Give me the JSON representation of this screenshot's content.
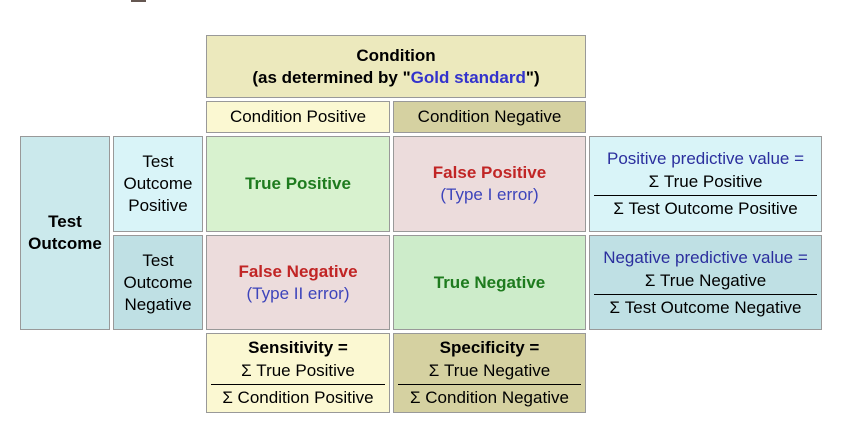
{
  "palette": {
    "header_yellow": "#ece9bd",
    "light_yellow": "#fbf8d2",
    "olive": "#d5d1a1",
    "outcome_cyan": "#cbe9ec",
    "light_cyan": "#d9f4f8",
    "dark_cyan": "#bfe0e4",
    "tp_green_bg": "#d8f2cf",
    "tn_green_bg": "#cdecca",
    "error_pink_bg": "#ecdcdc",
    "green_text": "#1e7b1e",
    "red_text": "#c12525",
    "type_error_blue": "#3d44bb",
    "predictive_blue": "#2b2f9e",
    "link_blue": "#3333cc",
    "border_gray": "#999999"
  },
  "condition_header": {
    "title": "Condition",
    "subtitle_prefix": "(as determined by \"",
    "gold_standard_link": "Gold standard",
    "subtitle_suffix": "\")",
    "positive": "Condition Positive",
    "negative": "Condition Negative"
  },
  "test_outcome": {
    "title": "Test Outcome",
    "positive_label": "Test Outcome Positive",
    "negative_label": "Test Outcome Negative"
  },
  "matrix": {
    "true_positive": "True Positive",
    "false_positive": "False Positive",
    "type1_error": "(Type I error)",
    "false_negative": "False Negative",
    "type2_error": "(Type II error)",
    "true_negative": "True Negative"
  },
  "ppv": {
    "title": "Positive predictive value =",
    "numerator": "Σ True Positive",
    "denominator": "Σ Test Outcome Positive"
  },
  "npv": {
    "title": "Negative predictive value =",
    "numerator": "Σ True Negative",
    "denominator": "Σ Test Outcome Negative"
  },
  "sensitivity": {
    "title": "Sensitivity =",
    "numerator": "Σ True Positive",
    "denominator": "Σ Condition Positive"
  },
  "specificity": {
    "title": "Specificity =",
    "numerator": "Σ True Negative",
    "denominator": "Σ Condition Negative"
  }
}
